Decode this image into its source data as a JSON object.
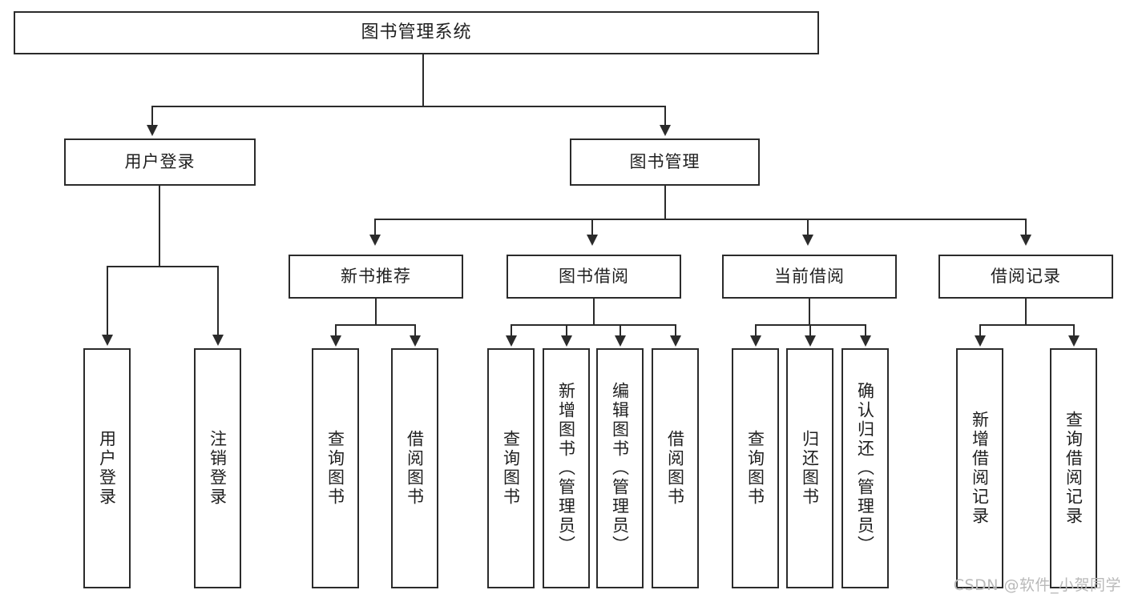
{
  "diagram": {
    "title": "图书管理系统",
    "type": "tree",
    "watermark": "CSDN @软件_小贺同学",
    "colors": {
      "stroke": "#2b2b2b",
      "background": "#ffffff",
      "text": "#1f1f1f",
      "watermark": "#b9b9b9"
    },
    "nodes": {
      "root": "图书管理系统",
      "level2": [
        {
          "label": "用户登录"
        },
        {
          "label": "图书管理"
        }
      ],
      "level3": [
        {
          "label": "新书推荐"
        },
        {
          "label": "图书借阅"
        },
        {
          "label": "当前借阅"
        },
        {
          "label": "借阅记录"
        }
      ],
      "leaves_user_login": [
        {
          "label": "用户登录"
        },
        {
          "label": "注销登录"
        }
      ],
      "leaves_new_book": [
        {
          "label": "查询图书"
        },
        {
          "label": "借阅图书"
        }
      ],
      "leaves_borrow": [
        {
          "label": "查询图书"
        },
        {
          "label": "新增图书（管理员）"
        },
        {
          "label": "编辑图书（管理员）"
        },
        {
          "label": "借阅图书"
        }
      ],
      "leaves_current": [
        {
          "label": "查询图书"
        },
        {
          "label": "归还图书"
        },
        {
          "label": "确认归还（管理员）"
        }
      ],
      "leaves_records": [
        {
          "label": "新增借阅记录"
        },
        {
          "label": "查询借阅记录"
        }
      ]
    }
  }
}
